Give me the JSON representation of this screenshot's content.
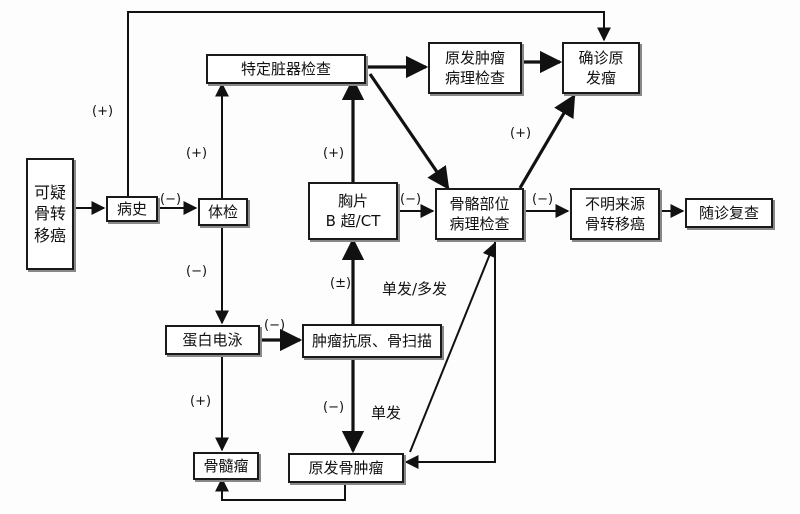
{
  "nodes": {
    "suspected": "可疑\n骨转\n移癌",
    "history": "病史",
    "exam": "体检",
    "organ_exam": "特定脏器检查",
    "primary_pathology": "原发肿瘤\n病理检查",
    "confirm_primary": "确诊原\n发瘤",
    "chest": "胸片\nB 超/CT",
    "skeletal": "骨骼部位\n病理检查",
    "unknown": "不明来源\n骨转移癌",
    "followup": "随诊复查",
    "electrophoresis": "蛋白电泳",
    "antigen": "肿瘤抗原、骨扫描",
    "myeloma": "骨髓瘤",
    "primary_bone": "原发骨肿瘤"
  },
  "labels": {
    "pos": "(+)",
    "neg": "(−)",
    "plusminus": "(±)",
    "single_multiple": "单发/多发",
    "single": "单发"
  }
}
